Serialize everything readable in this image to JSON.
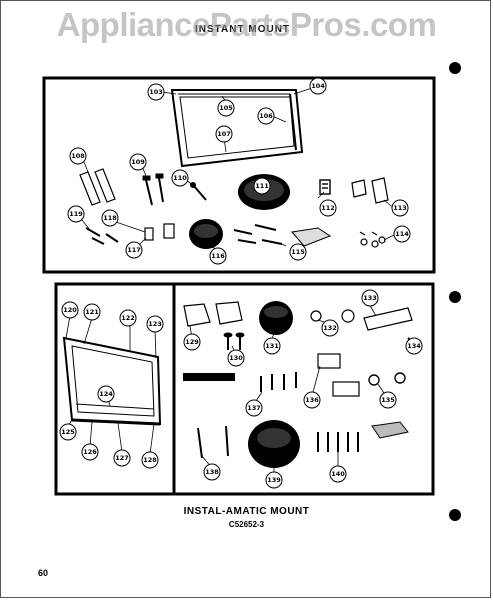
{
  "header": {
    "watermark": "AppliancePartsPros.com",
    "section_title": "INSTANT MOUNT"
  },
  "footer": {
    "title": "INSTAL-AMATIC MOUNT",
    "part_number": "C52652-3",
    "page_number": "60"
  },
  "callouts": [
    "103",
    "104",
    "105",
    "106",
    "107",
    "108",
    "109",
    "110",
    "111",
    "112",
    "113",
    "114",
    "115",
    "116",
    "117",
    "118",
    "119",
    "120",
    "121",
    "122",
    "123",
    "124",
    "125",
    "126",
    "127",
    "128",
    "129",
    "130",
    "131",
    "132",
    "133",
    "134",
    "135",
    "136",
    "137",
    "138",
    "139",
    "140"
  ],
  "colors": {
    "ink": "#000000",
    "paper": "#ffffff",
    "watermark": "#969696"
  }
}
